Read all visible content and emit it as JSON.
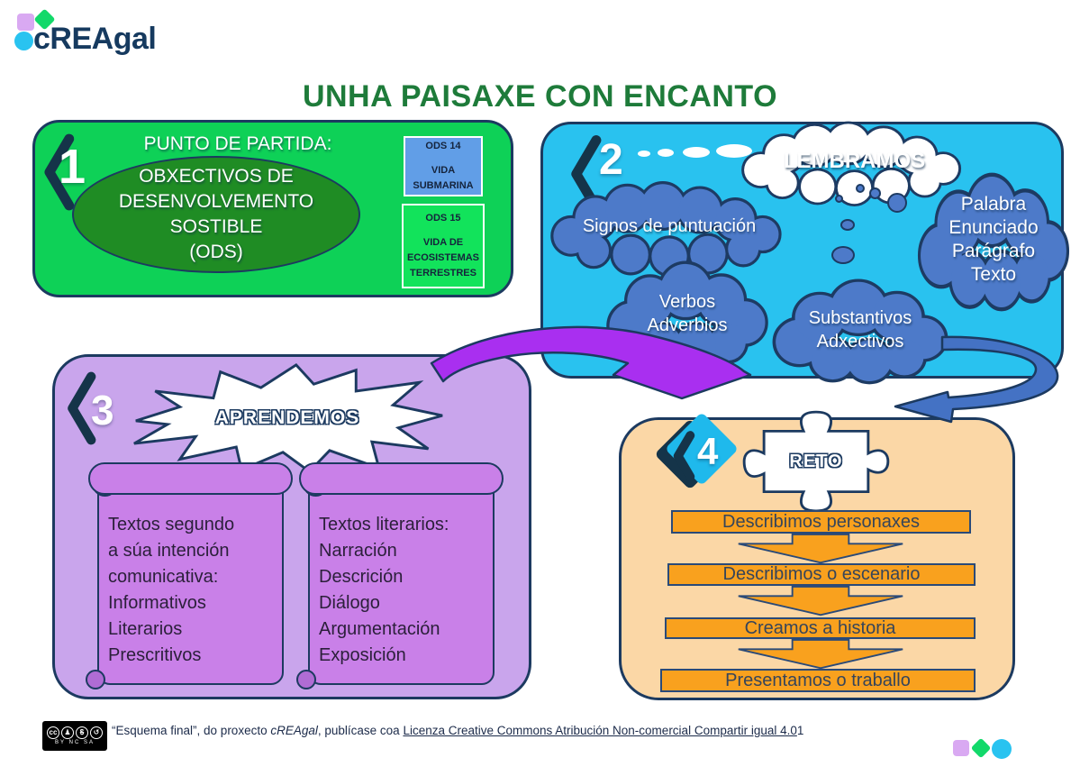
{
  "logo": {
    "text": "cREAgal"
  },
  "title": "UNHA PAISAXE CON ENCANTO",
  "section1": {
    "number": "1",
    "heading": "PUNTO DE PARTIDA:",
    "ellipse": [
      "OBXECTIVOS DE",
      "DESENVOLVEMENTO",
      "SOSTIBLE",
      "(ODS)"
    ],
    "ods14": [
      "ODS 14",
      "VIDA",
      "SUBMARINA"
    ],
    "ods15": [
      "ODS 15",
      "VIDA DE",
      "ECOSISTEMAS",
      "TERRESTRES"
    ]
  },
  "section2": {
    "number": "2",
    "heading": "LEMBRAMOS",
    "cloud_signos": "Signos de puntuación",
    "cloud_palabra": [
      "Palabra",
      "Enunciado",
      "Parágrafo",
      "Texto"
    ],
    "cloud_verbos": [
      "Verbos",
      "Adverbios"
    ],
    "cloud_substantivos": [
      "Substantivos",
      "Adxectivos"
    ]
  },
  "section3": {
    "number": "3",
    "heading": "APRENDEMOS",
    "scroll1": [
      "Textos segundo",
      "a súa intención",
      "comunicativa:",
      "Informativos",
      "Literarios",
      "Prescritivos"
    ],
    "scroll2": [
      "Textos literarios:",
      "Narración",
      "Descrición",
      "Diálogo",
      "Argumentación",
      "Exposición"
    ]
  },
  "section4": {
    "number": "4",
    "heading": "RETO",
    "steps": [
      "Describimos personaxes",
      "Describimos o escenario",
      "Creamos a historia",
      "Presentamos o traballo"
    ]
  },
  "footer": {
    "text_prefix": "“Esquema final”, do proxecto ",
    "project_name": "cREAgal",
    "text_middle": ", publícase coa ",
    "license_link": "Licenza Creative Commons Atribución Non-comercial  Compartir igual 4.0",
    "text_suffix": "1",
    "badge_labels": "BY NC SA"
  },
  "colors": {
    "navy": "#1c3a60",
    "title_green": "#1e7b3a",
    "box1_green": "#0ed157",
    "ellipse_green": "#1f8c24",
    "ods14_blue": "#619ee7",
    "ods15_green": "#12e35b",
    "box2_cyan": "#29c2ef",
    "cloud_blue": "#4d7ac9",
    "box3_purple": "#c9a5ec",
    "scroll_purple": "#c980e8",
    "box4_peach": "#fbd7a6",
    "step_orange": "#f9a11e",
    "arrow_purple": "#a92ff0",
    "arrow_blue": "#4472c4",
    "badge_cyan": "#1fb9ec"
  }
}
